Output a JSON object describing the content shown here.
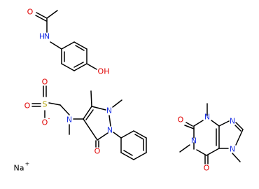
{
  "diagram": {
    "colors": {
      "carbon": "#000000",
      "nitrogen": "#1f35e6",
      "oxygen": "#e00000",
      "sulfur": "#b0a000",
      "sodium": "#000000"
    },
    "molecules": [
      {
        "name": "paracetamol",
        "atoms": [
          {
            "id": "p_O1",
            "label": "O"
          },
          {
            "id": "p_N1",
            "label": "N",
            "hydrogen": "H"
          },
          {
            "id": "p_O2",
            "label": "OH"
          }
        ]
      },
      {
        "name": "metamizole",
        "atoms": [
          {
            "id": "m_S",
            "label": "S"
          },
          {
            "id": "m_Oa",
            "label": "O"
          },
          {
            "id": "m_Ob",
            "label": "O"
          },
          {
            "id": "m_Oc",
            "label": "O",
            "charge": "-"
          },
          {
            "id": "m_N1",
            "label": "N"
          },
          {
            "id": "m_N2",
            "label": "N"
          },
          {
            "id": "m_N3",
            "label": "N"
          },
          {
            "id": "m_O4",
            "label": "O"
          }
        ]
      },
      {
        "name": "caffeine",
        "atoms": [
          {
            "id": "c_N1",
            "label": "N"
          },
          {
            "id": "c_N3",
            "label": "N"
          },
          {
            "id": "c_N7",
            "label": "N"
          },
          {
            "id": "c_N9",
            "label": "N"
          },
          {
            "id": "c_O2",
            "label": "O"
          },
          {
            "id": "c_O6",
            "label": "O"
          }
        ]
      }
    ],
    "counterion": {
      "label": "Na",
      "charge": "+"
    }
  }
}
